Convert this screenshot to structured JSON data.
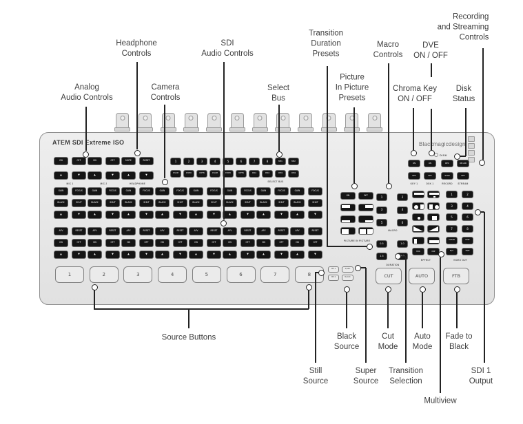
{
  "device": {
    "title": "ATEM SDI Extreme ISO",
    "brand": "Blackmagicdesign",
    "disk_indicator_label": "DISK",
    "audio_controls": {
      "groups": [
        {
          "label": "MIC 1",
          "buttons": [
            "ON",
            "OFF"
          ],
          "arrows": [
            "▲",
            "▼"
          ]
        },
        {
          "label": "MIC 2",
          "buttons": [
            "ON",
            "OFF"
          ],
          "arrows": [
            "▲",
            "▼"
          ]
        },
        {
          "label": "HEADPHONE",
          "buttons": [
            "MUTE",
            "RESET"
          ],
          "arrows": [
            "▲",
            "▼"
          ]
        }
      ]
    },
    "select_bus": {
      "label": "SELECT BUS",
      "row1": [
        "1",
        "2",
        "3",
        "4",
        "5",
        "6",
        "7",
        "8",
        "MP1",
        "MP2"
      ],
      "row2": [
        "KYLUM",
        "KYCHR",
        "KYPTN",
        "KYLUM",
        "KYCHR",
        "KYPTN",
        "DSK1",
        "DSK2",
        "CHR1",
        "CHR2"
      ]
    },
    "camera_audio_columns": {
      "count": 8,
      "camera_rows": [
        [
          "GAIN",
          "FOCUS"
        ],
        [
          "BLACK",
          "SHUT"
        ],
        [
          "▲",
          "▼"
        ]
      ],
      "audio_rows": [
        [
          "AFV",
          "RESET"
        ],
        [
          "ON",
          "OFF"
        ],
        [
          "▲",
          "▼"
        ]
      ]
    },
    "picture_in_picture": {
      "label": "PICTURE IN PICTURE",
      "buttons": [
        "ON",
        "OFF"
      ],
      "preset_icons": [
        "pip-top-left",
        "pip-top-right",
        "pip-bottom-left",
        "pip-bottom-right",
        "pip-left-half",
        "pip-split"
      ]
    },
    "macro": {
      "label": "MACRO",
      "buttons": [
        "1",
        "2",
        "3",
        "4",
        "5",
        "6"
      ]
    },
    "duration": {
      "label": "DURATION",
      "buttons": [
        "0.5",
        "1.0",
        "1.5",
        "2.0"
      ]
    },
    "effect": {
      "label": "EFFECT",
      "icon_buttons": [
        "wipe-up",
        "wipe-up-alt",
        "push-left",
        "push-right",
        "iris-dot",
        "iris-box",
        "wipe-diagonal-left",
        "wipe-diagonal-right",
        "bar-left",
        "bar-center"
      ],
      "text_buttons": [
        "MIX",
        "DIP"
      ]
    },
    "video_out": {
      "label": "VIDEO OUT",
      "buttons": [
        "1",
        "2",
        "3",
        "4",
        "5",
        "6",
        "7",
        "8",
        "CLEAN",
        "PVW",
        "M/V",
        "PGM"
      ]
    },
    "record_stream": {
      "columns": [
        {
          "label": "KEY 1",
          "buttons": [
            "ON",
            "OFF"
          ]
        },
        {
          "label": "DSK 1",
          "buttons": [
            "ON",
            "OFF"
          ]
        },
        {
          "label": "RECORD",
          "buttons": [
            "REC",
            "STOP"
          ]
        },
        {
          "label": "STREAM",
          "buttons": [
            "ON AIR",
            "OFF"
          ]
        }
      ]
    },
    "source_buttons": [
      "1",
      "2",
      "3",
      "4",
      "5",
      "6",
      "7",
      "8"
    ],
    "media_buttons": [
      "MP 1",
      "MP 2"
    ],
    "aux_buttons": [
      "S/SRC",
      "BLACK"
    ],
    "transport_buttons": [
      "CUT",
      "AUTO",
      "FTB"
    ]
  },
  "callouts": {
    "analog_audio": [
      "Analog",
      "Audio Controls"
    ],
    "headphone": [
      "Headphone",
      "Controls"
    ],
    "camera": [
      "Camera",
      "Controls"
    ],
    "sdi_audio": [
      "SDI",
      "Audio Controls"
    ],
    "select_bus": [
      "Select",
      "Bus"
    ],
    "transition_duration": [
      "Transition",
      "Duration",
      "Presets"
    ],
    "pip_presets": [
      "Picture",
      "In Picture",
      "Presets"
    ],
    "macro_controls": [
      "Macro",
      "Controls"
    ],
    "dve": [
      "DVE",
      "ON / OFF"
    ],
    "chroma_key": [
      "Chroma Key",
      "ON / OFF"
    ],
    "disk_status": [
      "Disk",
      "Status"
    ],
    "recording": [
      "Recording",
      "and Streaming",
      "Controls"
    ],
    "source_buttons": [
      "Source Buttons"
    ],
    "still_source": [
      "Still",
      "Source"
    ],
    "black_source": [
      "Black",
      "Source"
    ],
    "super_source": [
      "Super",
      "Source"
    ],
    "cut_mode": [
      "Cut",
      "Mode"
    ],
    "transition_selection": [
      "Transition",
      "Selection"
    ],
    "auto_mode": [
      "Auto",
      "Mode"
    ],
    "multiview": [
      "Multiview"
    ],
    "fade_to_black": [
      "Fade to",
      "Black"
    ],
    "sdi1_output": [
      "SDI 1",
      "Output"
    ]
  }
}
